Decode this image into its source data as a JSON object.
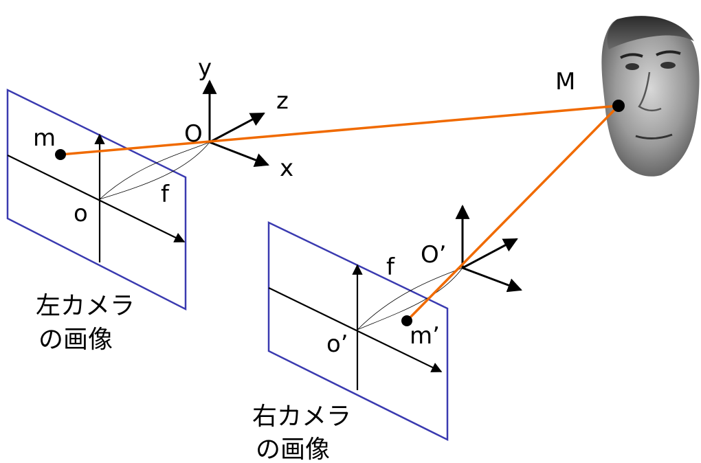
{
  "colors": {
    "image_plane": "#3a3ab0",
    "ray": "#f06a00",
    "axis": "#000000"
  },
  "labels": {
    "left_image_point": "m",
    "left_principal_point": "o",
    "left_camera_center": "O",
    "left_focal_length": "f",
    "axis_x": "x",
    "axis_y": "y",
    "axis_z": "z",
    "world_point": "M",
    "right_camera_center": "O’",
    "right_principal_point": "o’",
    "right_image_point": "m’",
    "right_focal_length": "f"
  },
  "captions": {
    "left_line1": "左カメラ",
    "left_line2": "の画像",
    "right_line1": "右カメラ",
    "right_line2": "の画像"
  },
  "icons": {
    "subject": "face-photo-icon"
  }
}
